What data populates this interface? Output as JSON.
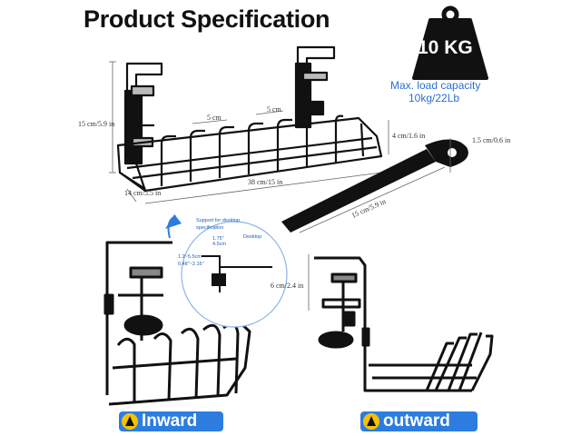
{
  "title": "Product Specification",
  "weight": {
    "label": "10 KG",
    "icon": "weight-icon"
  },
  "capacity": {
    "line1": "Max. load capacity",
    "line2": "10kg/22Lb"
  },
  "dimensions": {
    "height": "15 cm/5.9 in",
    "gap1": "5 cm",
    "gap2": "5 cm",
    "depth": "4 cm/1.6 in",
    "width": "14 cm/5.5 in",
    "length": "38 cm/15 in",
    "strap_width": "1.5 cm/0.6 in",
    "strap_length": "15 cm/5.9 in",
    "outward_height": "6 cm/2.4 in"
  },
  "desktop_detail": {
    "support_line1": "Support for desktop",
    "support_line2": "specification",
    "m1": "1.75\"",
    "m2": "4.5cm",
    "m3": "1.2~5.5cm",
    "m4": "0.48\"~2.16\"",
    "label": "Desktop"
  },
  "buttons": {
    "inward": "Inward",
    "outward": "outward"
  },
  "colors": {
    "accent": "#2d7de0",
    "caption": "#2a6fd6",
    "arrow": "#f5c200"
  }
}
